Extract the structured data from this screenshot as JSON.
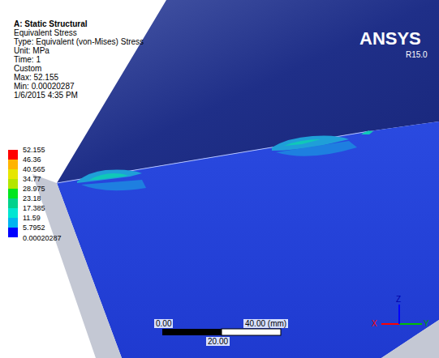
{
  "diagram": {
    "title": "A: Static Structural",
    "labels": [
      "Equivalent Stress",
      "Type: Equivalent (von-Mises) Stress",
      "Unit: MPa",
      "Time: 1",
      "Custom",
      "Max: 52.155",
      "Min: 0.00020287",
      "1/6/2015 4:35 PM",
      "0.00020287",
      "ANSYS",
      "R15.0",
      "0.00",
      "40.00 (mm)",
      "20.00",
      "X",
      "Y",
      "Z"
    ],
    "legend": [
      {
        "text": "52.155",
        "color": "#ff0000"
      },
      {
        "text": "46.36",
        "color": "#ffb400"
      },
      {
        "text": "40.565",
        "color": "#e6e600"
      },
      {
        "text": "34.77",
        "color": "#b4e600"
      },
      {
        "text": "28.975",
        "color": "#00e61e"
      },
      {
        "text": "23.18",
        "color": "#00d28c"
      },
      {
        "text": "17.385",
        "color": "#00e6d2"
      },
      {
        "text": "11.59",
        "color": "#00b4f0"
      },
      {
        "text": "5.7952",
        "color": "#0000ff"
      }
    ]
  }
}
